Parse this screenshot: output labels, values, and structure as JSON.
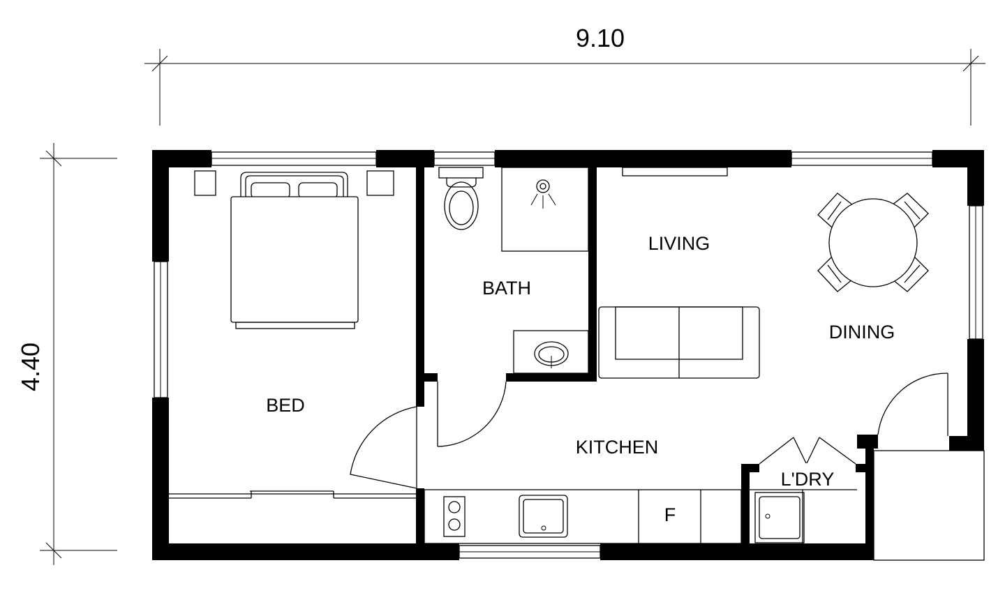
{
  "dimensions": {
    "width_label": "9.10",
    "height_label": "4.40"
  },
  "rooms": {
    "bed": "BED",
    "bath": "BATH",
    "living": "LIVING",
    "dining": "DINING",
    "kitchen": "KITCHEN",
    "laundry": "L'DRY",
    "fridge": "F"
  }
}
